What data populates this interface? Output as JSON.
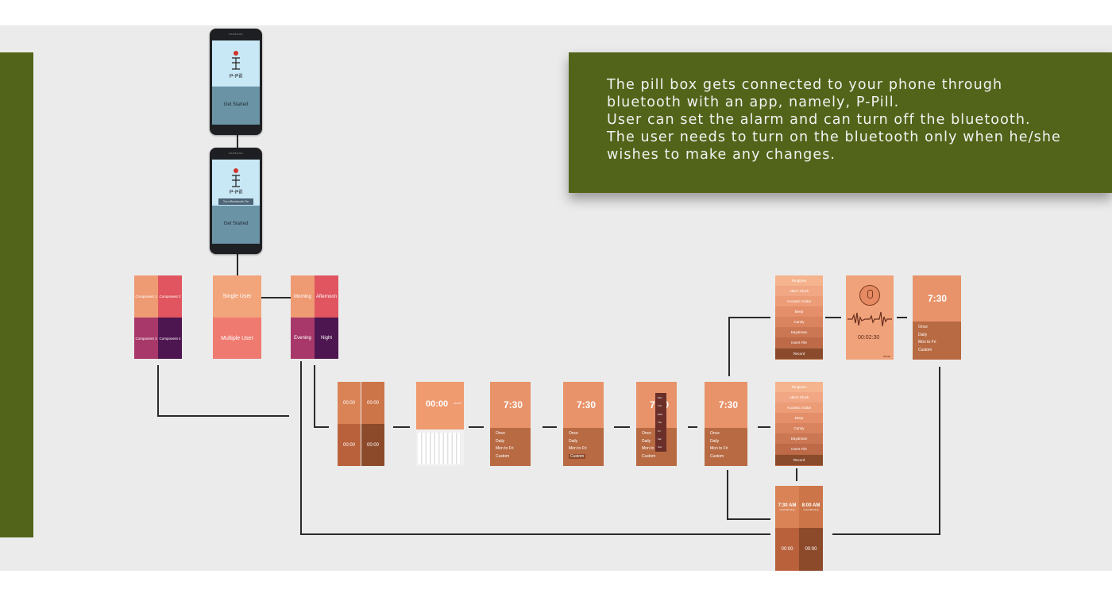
{
  "callout": {
    "text": "The pill box gets connected to your phone through\nbluetooth with an app, namely, P-Pill.\nUser can set the alarm and can turn off the bluetooth.\nThe user needs to turn on the bluetooth only when he/she\nwishes to make any changes."
  },
  "phones": [
    {
      "brand": "SAMSUNG",
      "app_title": "P-Pill",
      "button": "Get Started"
    },
    {
      "brand": "SAMSUNG",
      "app_title": "P-Pill",
      "bluetooth": "Turn Bluetooth On",
      "button": "Get Started"
    }
  ],
  "components": [
    "Component 1",
    "Component 2",
    "Component 3",
    "Component 4"
  ],
  "user_type": {
    "single": "Single User",
    "multiple": "Multiple User"
  },
  "time_of_day": [
    "Morning",
    "Afternoon",
    "Evening",
    "Night"
  ],
  "zero_time": "00:00",
  "alarm_time": "7:30",
  "ampm": "AM PM",
  "repeat_options": [
    "Once",
    "Daily",
    "Mon to Fri",
    "Custom"
  ],
  "week_days": [
    "Mon",
    "Tue",
    "Wed",
    "Thu",
    "Fri",
    "Sat",
    "Sun"
  ],
  "ringtones_top": [
    "Ringtone",
    "Alarm Clock",
    "Acoustic Guitar",
    "Beep",
    "Candy",
    "Daydream",
    "Insert File",
    "Record"
  ],
  "ringtones_bottom": [
    "Ringtone",
    "Alarm Clock",
    "Acoustic Guitar",
    "Beep",
    "Candy",
    "Daydream",
    "Insert File",
    "Record"
  ],
  "recording_time": "00:02:30",
  "done": "DONE",
  "final": {
    "t1": "7:30 AM",
    "l1": "Good Morning",
    "t2": "8:00 AM",
    "l2": "Good Morning",
    "z1": "00:00",
    "z2": "00:00"
  }
}
